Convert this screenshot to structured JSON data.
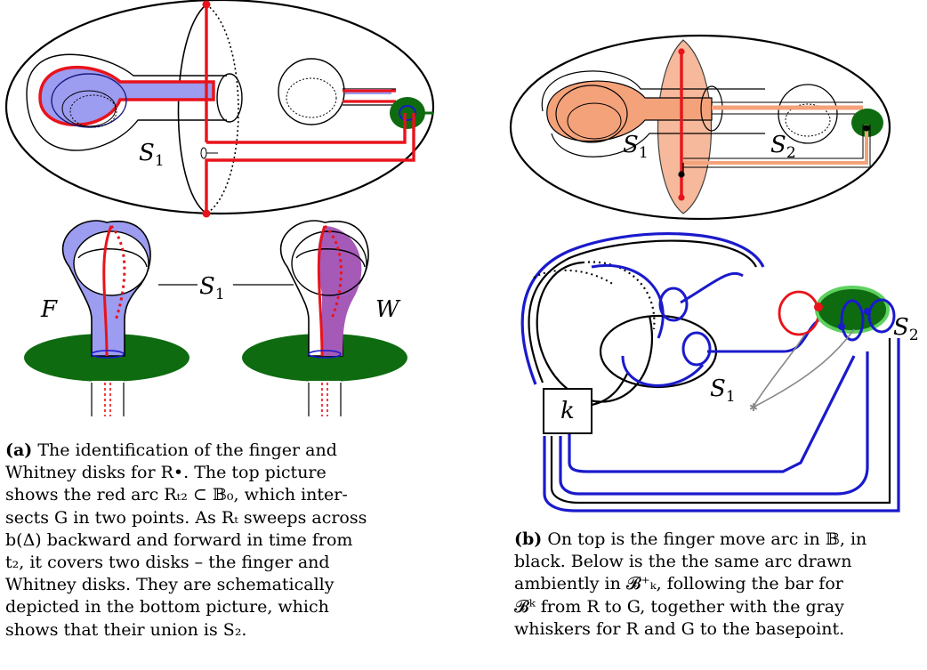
{
  "panel_a": {
    "top_label_s1": "S",
    "top_label_s1_sub": "1",
    "bottom_label_s1": "S",
    "bottom_label_s1_sub": "1",
    "label_F": "F",
    "label_W": "W",
    "caption": {
      "tag": "(a)",
      "lines": [
        "The identification of the finger and",
        "Whitney disks for R•.  The top picture",
        "shows the red arc Rₜ₂ ⊂ 𝔹₀, which inter-",
        "sects G in two points. As Rₜ sweeps across",
        "b(Δ) backward and forward in time from",
        "t₂, it covers two disks – the finger and",
        "Whitney disks.  They are schematically",
        "depicted in the bottom picture, which",
        "shows that their union is S₂."
      ]
    }
  },
  "panel_b": {
    "top_label_s1": "S",
    "top_label_s1_sub": "1",
    "top_label_s2": "S",
    "top_label_s2_sub": "2",
    "bottom_label_s1": "S",
    "bottom_label_s1_sub": "1",
    "bottom_label_s2": "S",
    "bottom_label_s2_sub": "2",
    "box_label": "k",
    "caption": {
      "tag": "(b)",
      "lines": [
        "On top is the finger move arc in 𝔹, in",
        "black.  Below is the the same arc drawn",
        "ambiently in 𝓑⁺ₖ,  following the bar for",
        "𝓑ᵏ from R to G, together with the gray",
        "whiskers for R and G to the basepoint."
      ]
    }
  },
  "colors": {
    "red": "#e8131b",
    "blue_fill": "#9c9cf0",
    "purple_fill": "#a65ab8",
    "orange_fill": "#f4a27a",
    "green": "#0e6b10",
    "link_blue": "#1a1acc",
    "gray": "#888888"
  }
}
